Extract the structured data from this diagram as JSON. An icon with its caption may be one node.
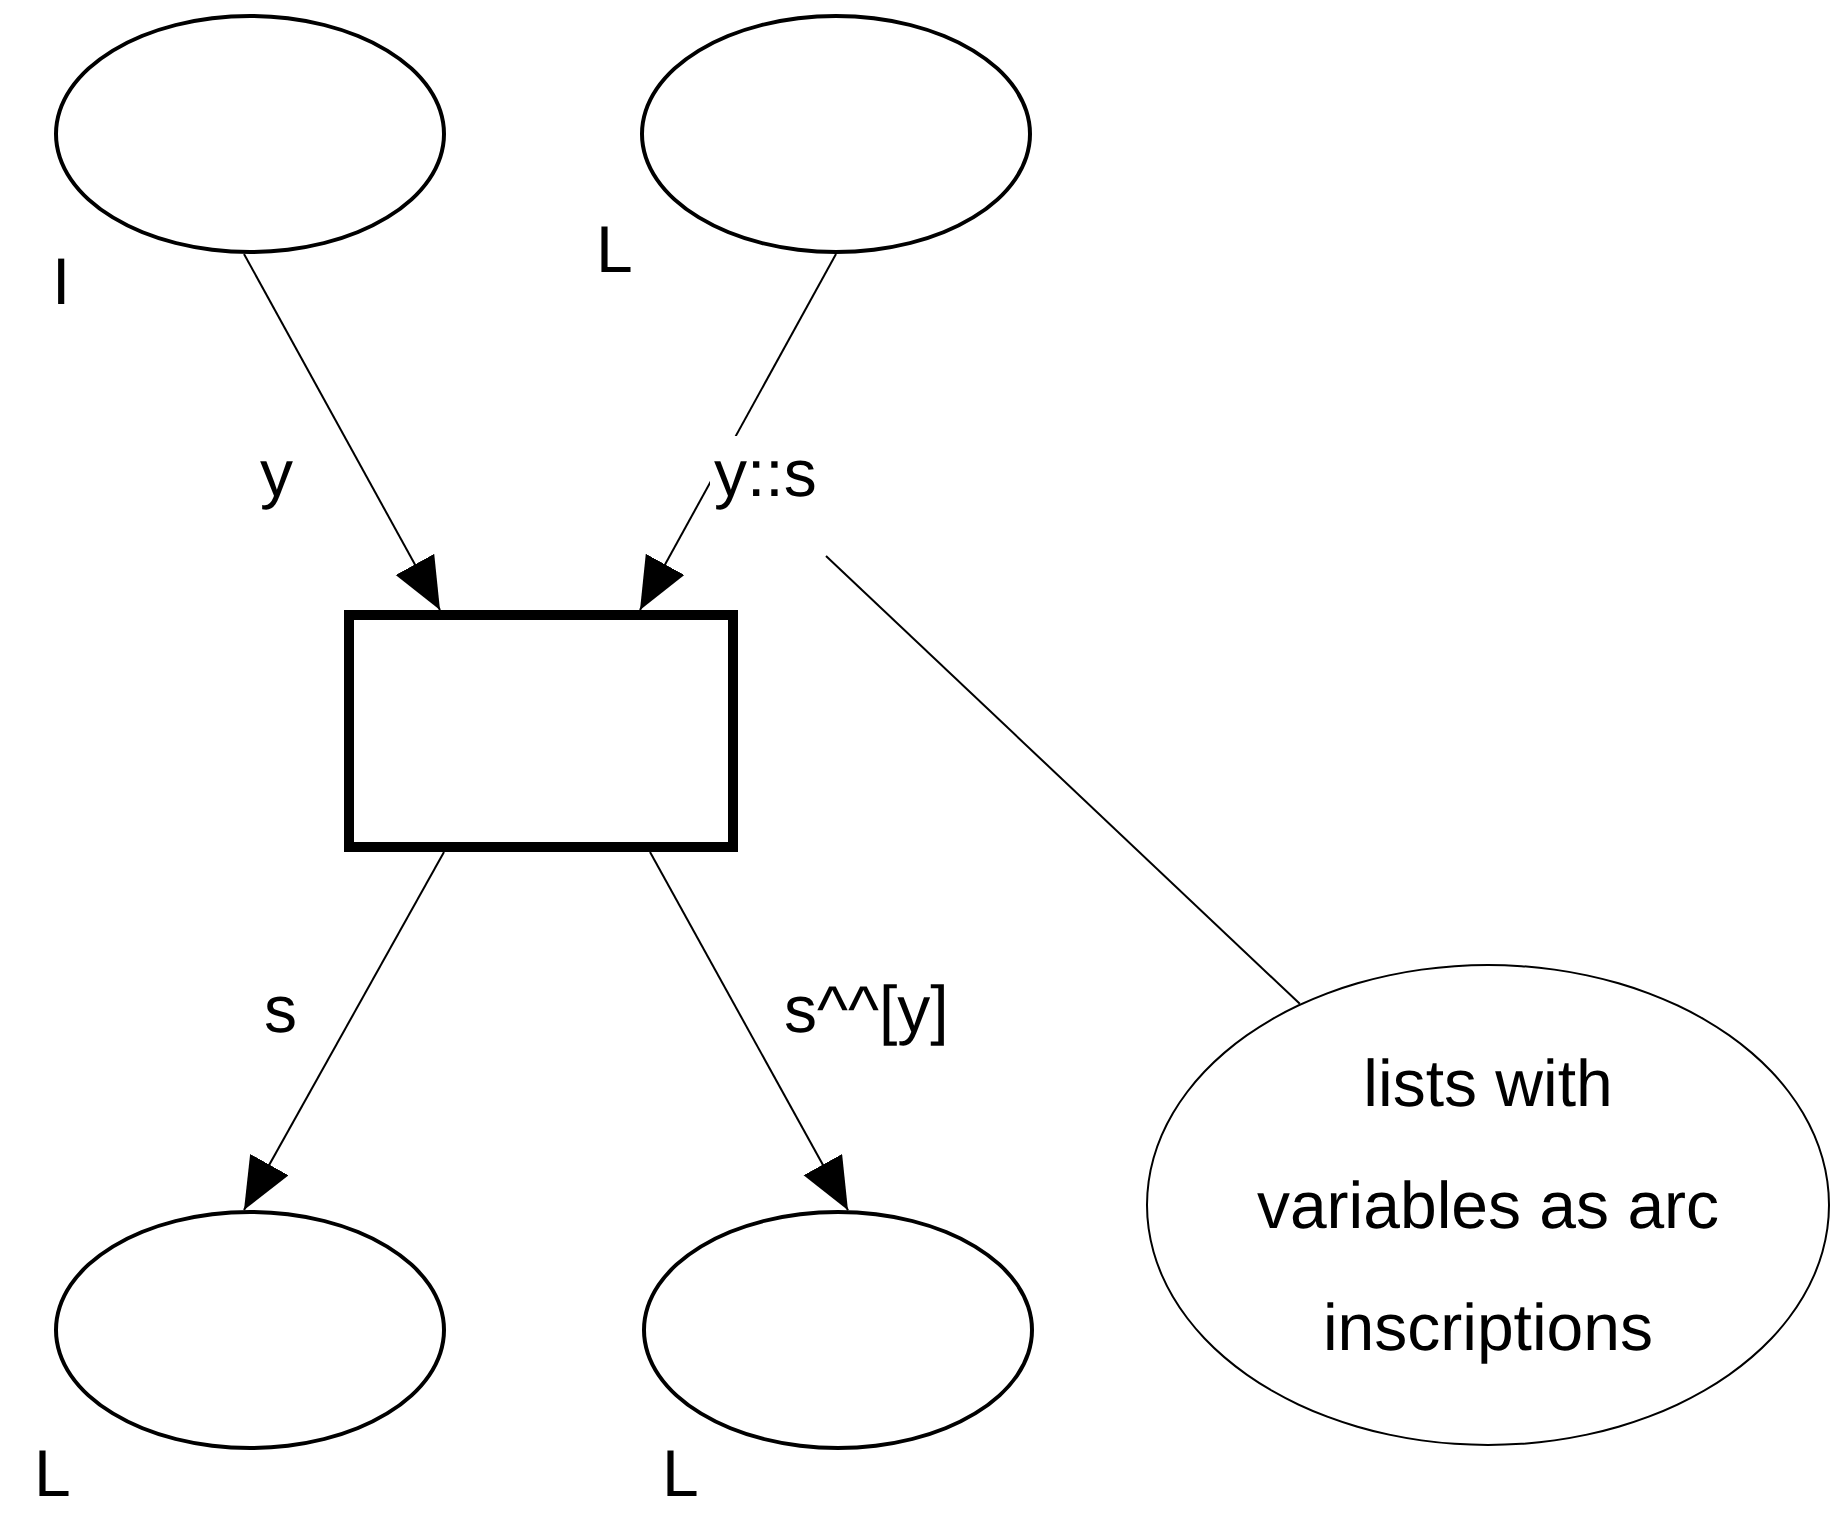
{
  "diagram": {
    "nodes": [
      {
        "text": [],
        "shape": "ellipse",
        "beside": [
          "I"
        ]
      },
      {
        "text": [],
        "shape": "ellipse",
        "beside": [
          "L"
        ]
      },
      {
        "text": [],
        "shape": "box"
      },
      {
        "text": [],
        "shape": "ellipse",
        "beside": [
          "L"
        ]
      },
      {
        "text": [],
        "shape": "ellipse",
        "beside": [
          "L"
        ]
      },
      {
        "text": [
          "lists with variables as arc inscriptions"
        ]
      }
    ],
    "edges": [
      {
        "from": 0,
        "to": 2,
        "arrow": "to",
        "label": "y"
      },
      {
        "from": 1,
        "to": 2,
        "arrow": "to",
        "label": "y::s"
      },
      {
        "from": 2,
        "to": 3,
        "arrow": "to",
        "label": "s"
      },
      {
        "from": 2,
        "to": 4,
        "arrow": "to",
        "label": "s^^[y]"
      },
      {
        "from": 5,
        "to": null,
        "arrow": "none"
      }
    ]
  }
}
